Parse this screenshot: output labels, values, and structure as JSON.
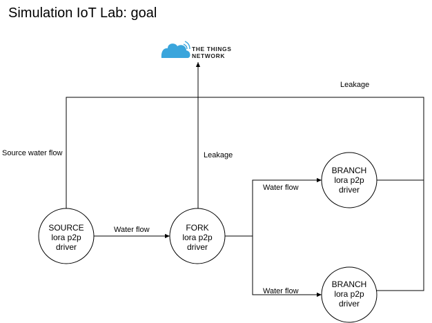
{
  "title": "Simulation IoT Lab: goal",
  "ttn": {
    "line1": "THE THINGS",
    "line2": "NETWORK",
    "icon": "cloud-icon",
    "icon_color": "#3aa5dc"
  },
  "nodes": {
    "source": [
      "SOURCE",
      "lora p2p",
      "driver"
    ],
    "fork": [
      "FORK",
      "lora p2p",
      "driver"
    ],
    "branch_top": [
      "BRANCH",
      "lora p2p",
      "driver"
    ],
    "branch_bottom": [
      "BRANCH",
      "lora p2p",
      "driver"
    ]
  },
  "edges": {
    "source_to_fork": "Water flow",
    "fork_to_branch_top": "Water flow",
    "fork_to_branch_bottom": "Water flow",
    "fork_to_ttn": "Leakage",
    "leakage_bus": "Leakage",
    "source_water_flow": "Source water flow"
  }
}
